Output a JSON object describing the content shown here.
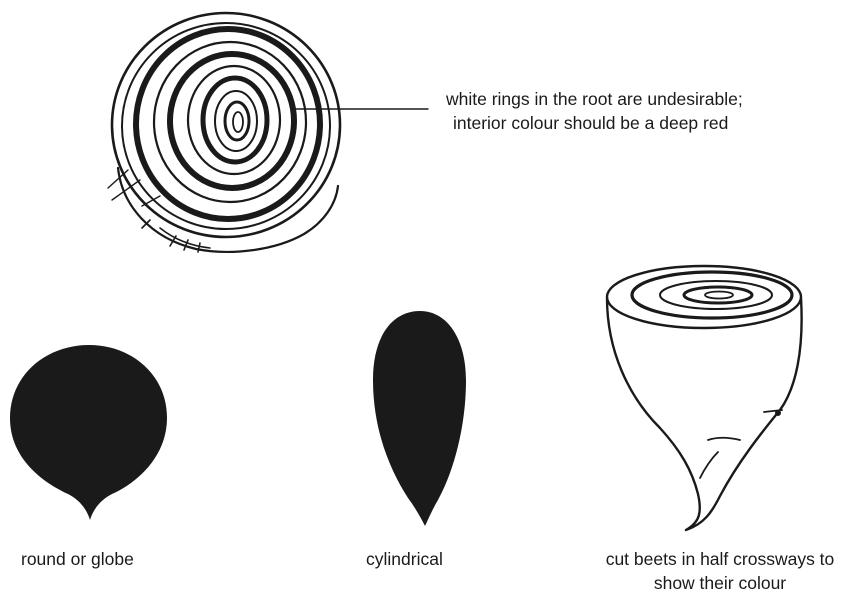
{
  "annotation": {
    "line1": "white rings in the root are undesirable;",
    "line2": "interior colour should be a deep red"
  },
  "captions": {
    "round": "round or globe",
    "cylindrical": "cylindrical",
    "cut_line1": "cut beets in half crossways to",
    "cut_line2": "show their colour"
  },
  "colors": {
    "ink": "#1a1a1a",
    "background": "#ffffff"
  }
}
